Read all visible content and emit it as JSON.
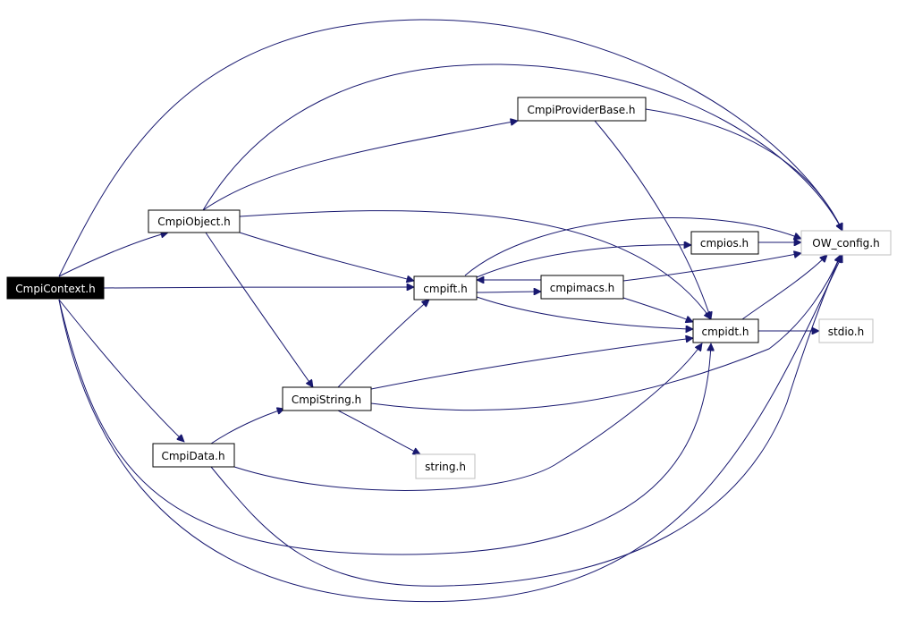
{
  "graph": {
    "root": "CmpiContext.h",
    "nodes": {
      "ctx": {
        "label": "CmpiContext.h",
        "kind": "root"
      },
      "obj": {
        "label": "CmpiObject.h",
        "kind": "file"
      },
      "prov": {
        "label": "CmpiProviderBase.h",
        "kind": "file"
      },
      "ift": {
        "label": "cmpift.h",
        "kind": "file"
      },
      "ios": {
        "label": "cmpios.h",
        "kind": "file"
      },
      "owc": {
        "label": "OW_config.h",
        "kind": "external"
      },
      "macs": {
        "label": "cmpimacs.h",
        "kind": "file"
      },
      "dt": {
        "label": "cmpidt.h",
        "kind": "file"
      },
      "stdio": {
        "label": "stdio.h",
        "kind": "external"
      },
      "str": {
        "label": "CmpiString.h",
        "kind": "file"
      },
      "data": {
        "label": "CmpiData.h",
        "kind": "file"
      },
      "string": {
        "label": "string.h",
        "kind": "external"
      }
    },
    "edges": [
      {
        "from": "ctx",
        "to": "obj"
      },
      {
        "from": "ctx",
        "to": "ift"
      },
      {
        "from": "ctx",
        "to": "data"
      },
      {
        "from": "ctx",
        "to": "owc"
      },
      {
        "from": "ctx",
        "to": "owc"
      },
      {
        "from": "ctx",
        "to": "dt"
      },
      {
        "from": "obj",
        "to": "prov"
      },
      {
        "from": "obj",
        "to": "owc"
      },
      {
        "from": "obj",
        "to": "ift"
      },
      {
        "from": "obj",
        "to": "dt"
      },
      {
        "from": "obj",
        "to": "str"
      },
      {
        "from": "prov",
        "to": "owc"
      },
      {
        "from": "prov",
        "to": "dt"
      },
      {
        "from": "ift",
        "to": "owc"
      },
      {
        "from": "ift",
        "to": "ios"
      },
      {
        "from": "ift",
        "to": "macs"
      },
      {
        "from": "ift",
        "to": "dt"
      },
      {
        "from": "macs",
        "to": "ift"
      },
      {
        "from": "macs",
        "to": "owc"
      },
      {
        "from": "macs",
        "to": "dt"
      },
      {
        "from": "ios",
        "to": "owc"
      },
      {
        "from": "dt",
        "to": "owc"
      },
      {
        "from": "dt",
        "to": "stdio"
      },
      {
        "from": "str",
        "to": "ift"
      },
      {
        "from": "str",
        "to": "dt"
      },
      {
        "from": "str",
        "to": "owc"
      },
      {
        "from": "str",
        "to": "string"
      },
      {
        "from": "data",
        "to": "str"
      },
      {
        "from": "data",
        "to": "dt"
      },
      {
        "from": "data",
        "to": "owc"
      }
    ]
  }
}
